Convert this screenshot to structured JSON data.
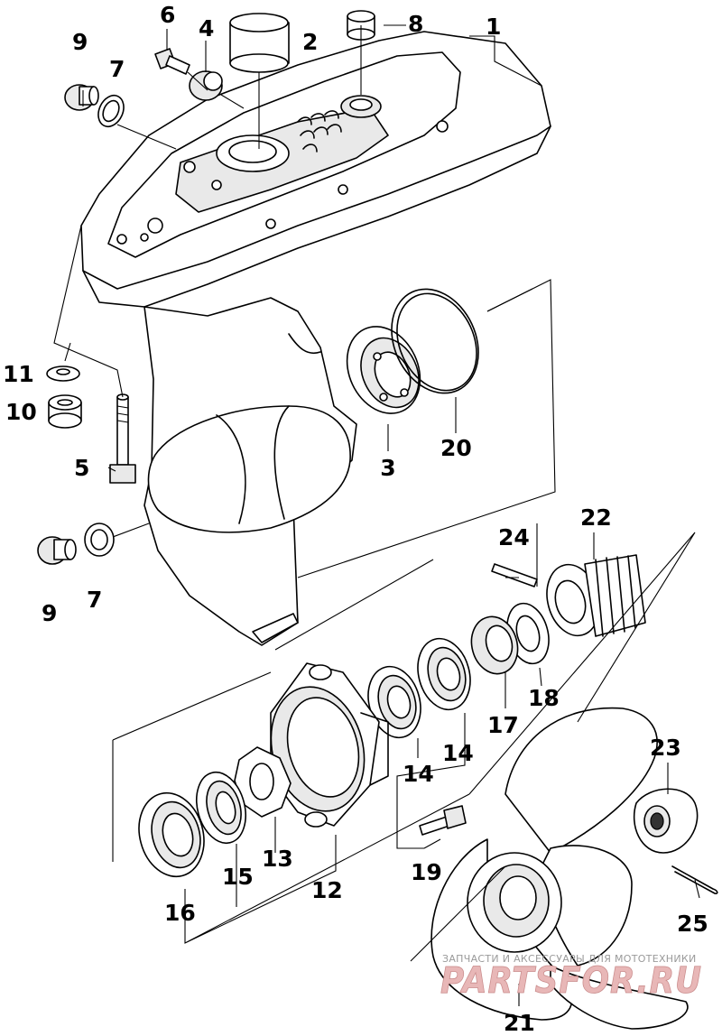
{
  "part_numbers": [
    "1",
    "2",
    "3",
    "4",
    "5",
    "6",
    "7",
    "7",
    "8",
    "9",
    "9",
    "10",
    "11",
    "12",
    "13",
    "14",
    "14",
    "15",
    "16",
    "17",
    "18",
    "19",
    "20",
    "21",
    "22",
    "23",
    "24",
    "25"
  ],
  "watermark": {
    "caption": "ЗАПЧАСТИ И АКСЕССУАРЫ ДЛЯ МОТОТЕХНИКИ",
    "logo": "PARTSFOR.RU"
  }
}
